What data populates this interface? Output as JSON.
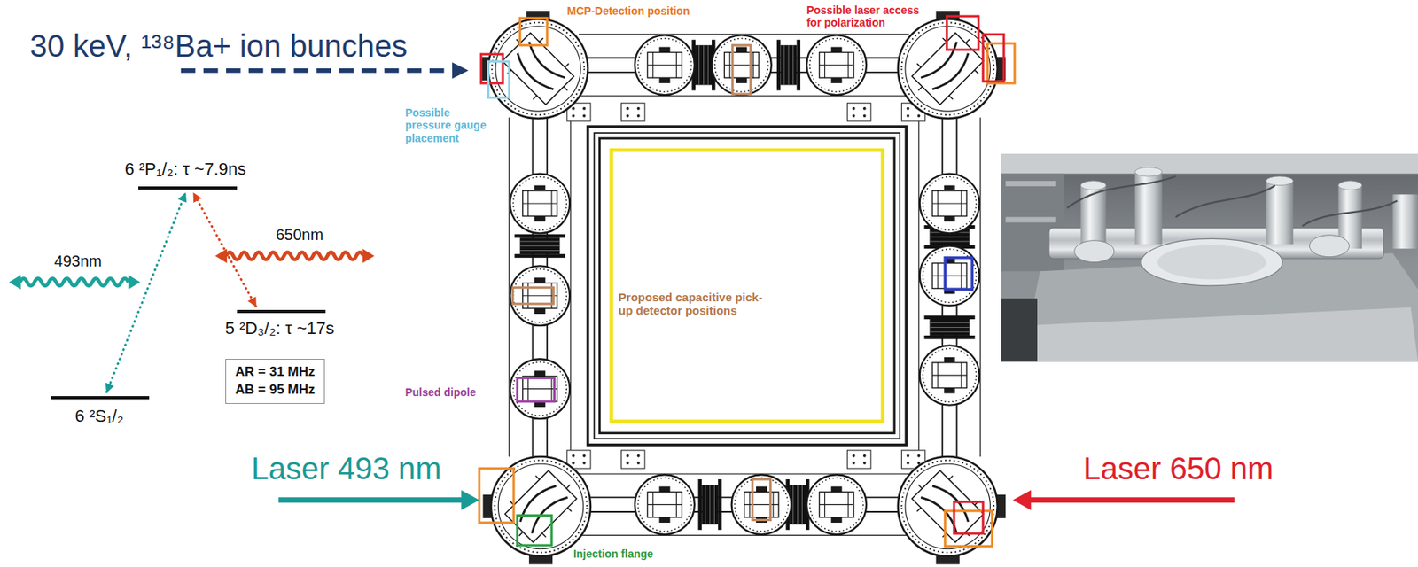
{
  "diagram": {
    "nodes": [
      {
        "text": [
          "6 ²P₁/₂: τ ~7.9ns"
        ]
      },
      {
        "text": [
          "5 ²D₃/₂: τ ~17s"
        ]
      },
      {
        "text": [
          "6 ²S₁/₂"
        ]
      },
      {
        "text": [
          "AR = 31 MHz",
          "AB = 95 MHz"
        ]
      }
    ],
    "edges": [
      {
        "from": 2,
        "to": 0,
        "arrow": "both"
      },
      {
        "from": 1,
        "to": 0,
        "arrow": "both"
      }
    ],
    "labels": [
      "30 keV, ¹³⁸Ba+ ion bunches",
      "MCP-Detection position",
      "Possible laser access for polarization",
      "Possible pressure gauge placement",
      "493nm",
      "650nm",
      "Proposed capacitive pick-up detector positions",
      "Pulsed dipole",
      "Laser 493 nm",
      "Injection flange",
      "Laser 650 nm"
    ]
  }
}
